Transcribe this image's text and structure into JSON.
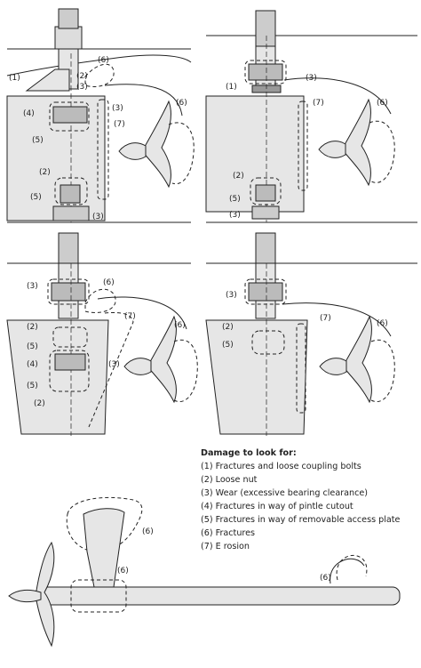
{
  "legend": {
    "title": "Damage to look for:",
    "items": [
      "(1) Fractures and loose coupling bolts",
      "(2) Loose nut",
      "(3) Wear (excessive bearing clearance)",
      "(4) Fractures in way of pintle cutout",
      "(5) Fractures in way of removable access plate",
      "(6) Fractures",
      "(7) E rosion"
    ]
  },
  "callouts": {
    "c1": "(1)",
    "c2": "(2)",
    "c3": "(3)",
    "c4": "(4)",
    "c5": "(5)",
    "c6": "(6)",
    "c7": "(7)"
  },
  "colors": {
    "line": "#222222",
    "fill": "#e6e6e6",
    "background": "#ffffff"
  }
}
